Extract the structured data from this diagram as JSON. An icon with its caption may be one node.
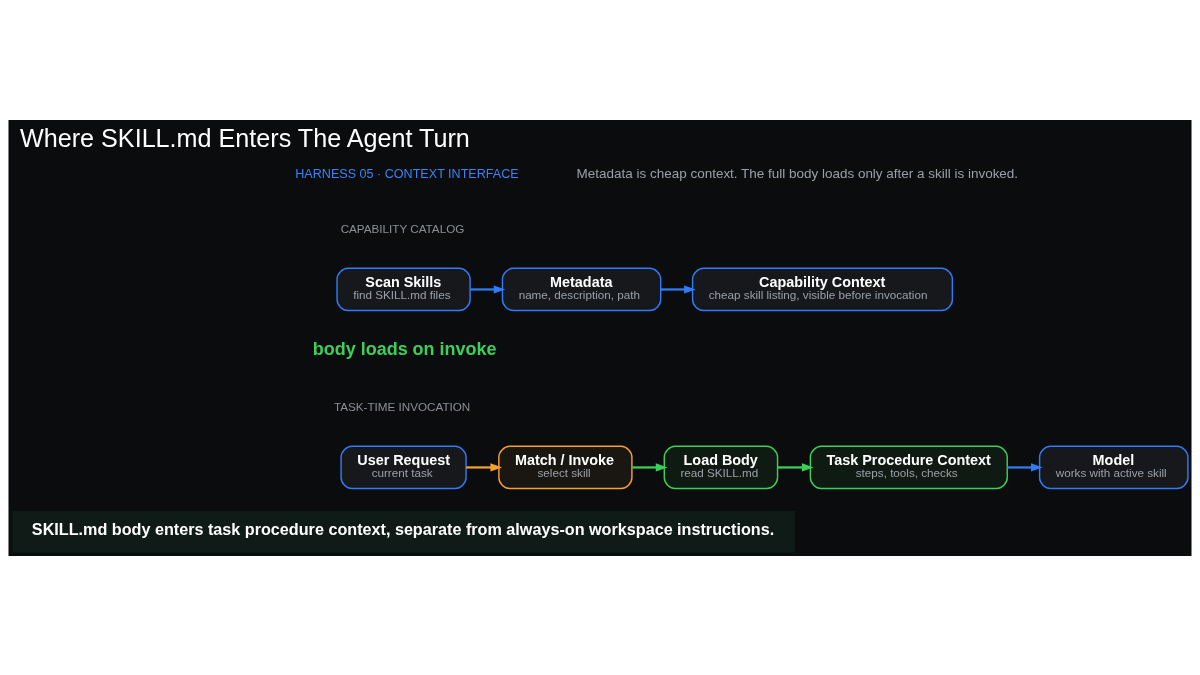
{
  "diagram": {
    "title": "Where SKILL.md Enters The Agent Turn",
    "nodes": [
      {
        "text": [
          "Scan Skills",
          "find SKILL.md files"
        ]
      },
      {
        "text": [
          "Metadata",
          "name, description, path"
        ]
      },
      {
        "text": [
          "Capability Context",
          "cheap skill listing, visible before invocation"
        ]
      },
      {
        "text": [
          "User Request",
          "current task"
        ]
      },
      {
        "text": [
          "Match / Invoke",
          "select skill"
        ]
      },
      {
        "text": [
          "Load Body",
          "read SKILL.md"
        ]
      },
      {
        "text": [
          "Task Procedure Context",
          "steps, tools, checks"
        ]
      },
      {
        "text": [
          "Model",
          "works with active skill"
        ]
      },
      {
        "text": [
          "SKILL.md body enters task procedure context, separate from always-on workspace instructions."
        ]
      }
    ],
    "edges": [
      {
        "from": 0,
        "to": 1,
        "arrow": "to"
      },
      {
        "from": 1,
        "to": 2,
        "arrow": "to"
      },
      {
        "from": 3,
        "to": 4,
        "arrow": "to",
        "color": "#f5a030"
      },
      {
        "from": 4,
        "to": 5,
        "arrow": "to",
        "color": "#3ccf5a"
      },
      {
        "from": 5,
        "to": 6,
        "arrow": "to",
        "color": "#3ccf5a"
      },
      {
        "from": 6,
        "to": 7,
        "arrow": "to"
      }
    ],
    "labels": [
      "HARNESS 05 · CONTEXT INTERFACE",
      "Metadata is cheap context. The full body loads only after a skill is invoked.",
      "CAPABILITY CATALOG",
      "body loads on invoke",
      "TASK-TIME INVOCATION"
    ]
  }
}
